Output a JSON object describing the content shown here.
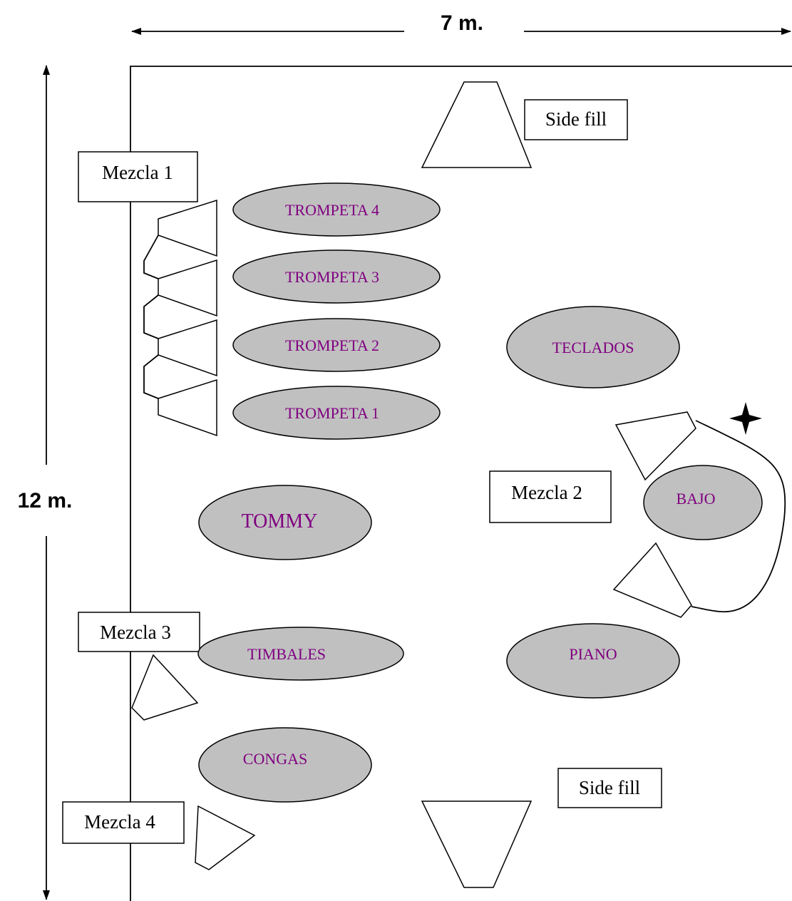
{
  "dimensions": {
    "width_label": "7 m.",
    "height_label": "12 m."
  },
  "boxes": {
    "side_fill_top": "Side fill",
    "side_fill_bottom": "Side fill",
    "mezcla_1": "Mezcla 1",
    "mezcla_2": "Mezcla 2",
    "mezcla_3": "Mezcla 3",
    "mezcla_4": "Mezcla 4"
  },
  "instruments": {
    "trompeta_4": "TROMPETA 4",
    "trompeta_3": "TROMPETA 3",
    "trompeta_2": "TROMPETA 2",
    "trompeta_1": "TROMPETA 1",
    "teclados": "TECLADOS",
    "bajo": "BAJO",
    "tommy": "TOMMY",
    "timbales": "TIMBALES",
    "piano": "PIANO",
    "congas": "CONGAS"
  },
  "colors": {
    "instrument_fill": "#c0c0c0",
    "instrument_text": "#800080",
    "outline": "#000000",
    "background": "#ffffff"
  }
}
